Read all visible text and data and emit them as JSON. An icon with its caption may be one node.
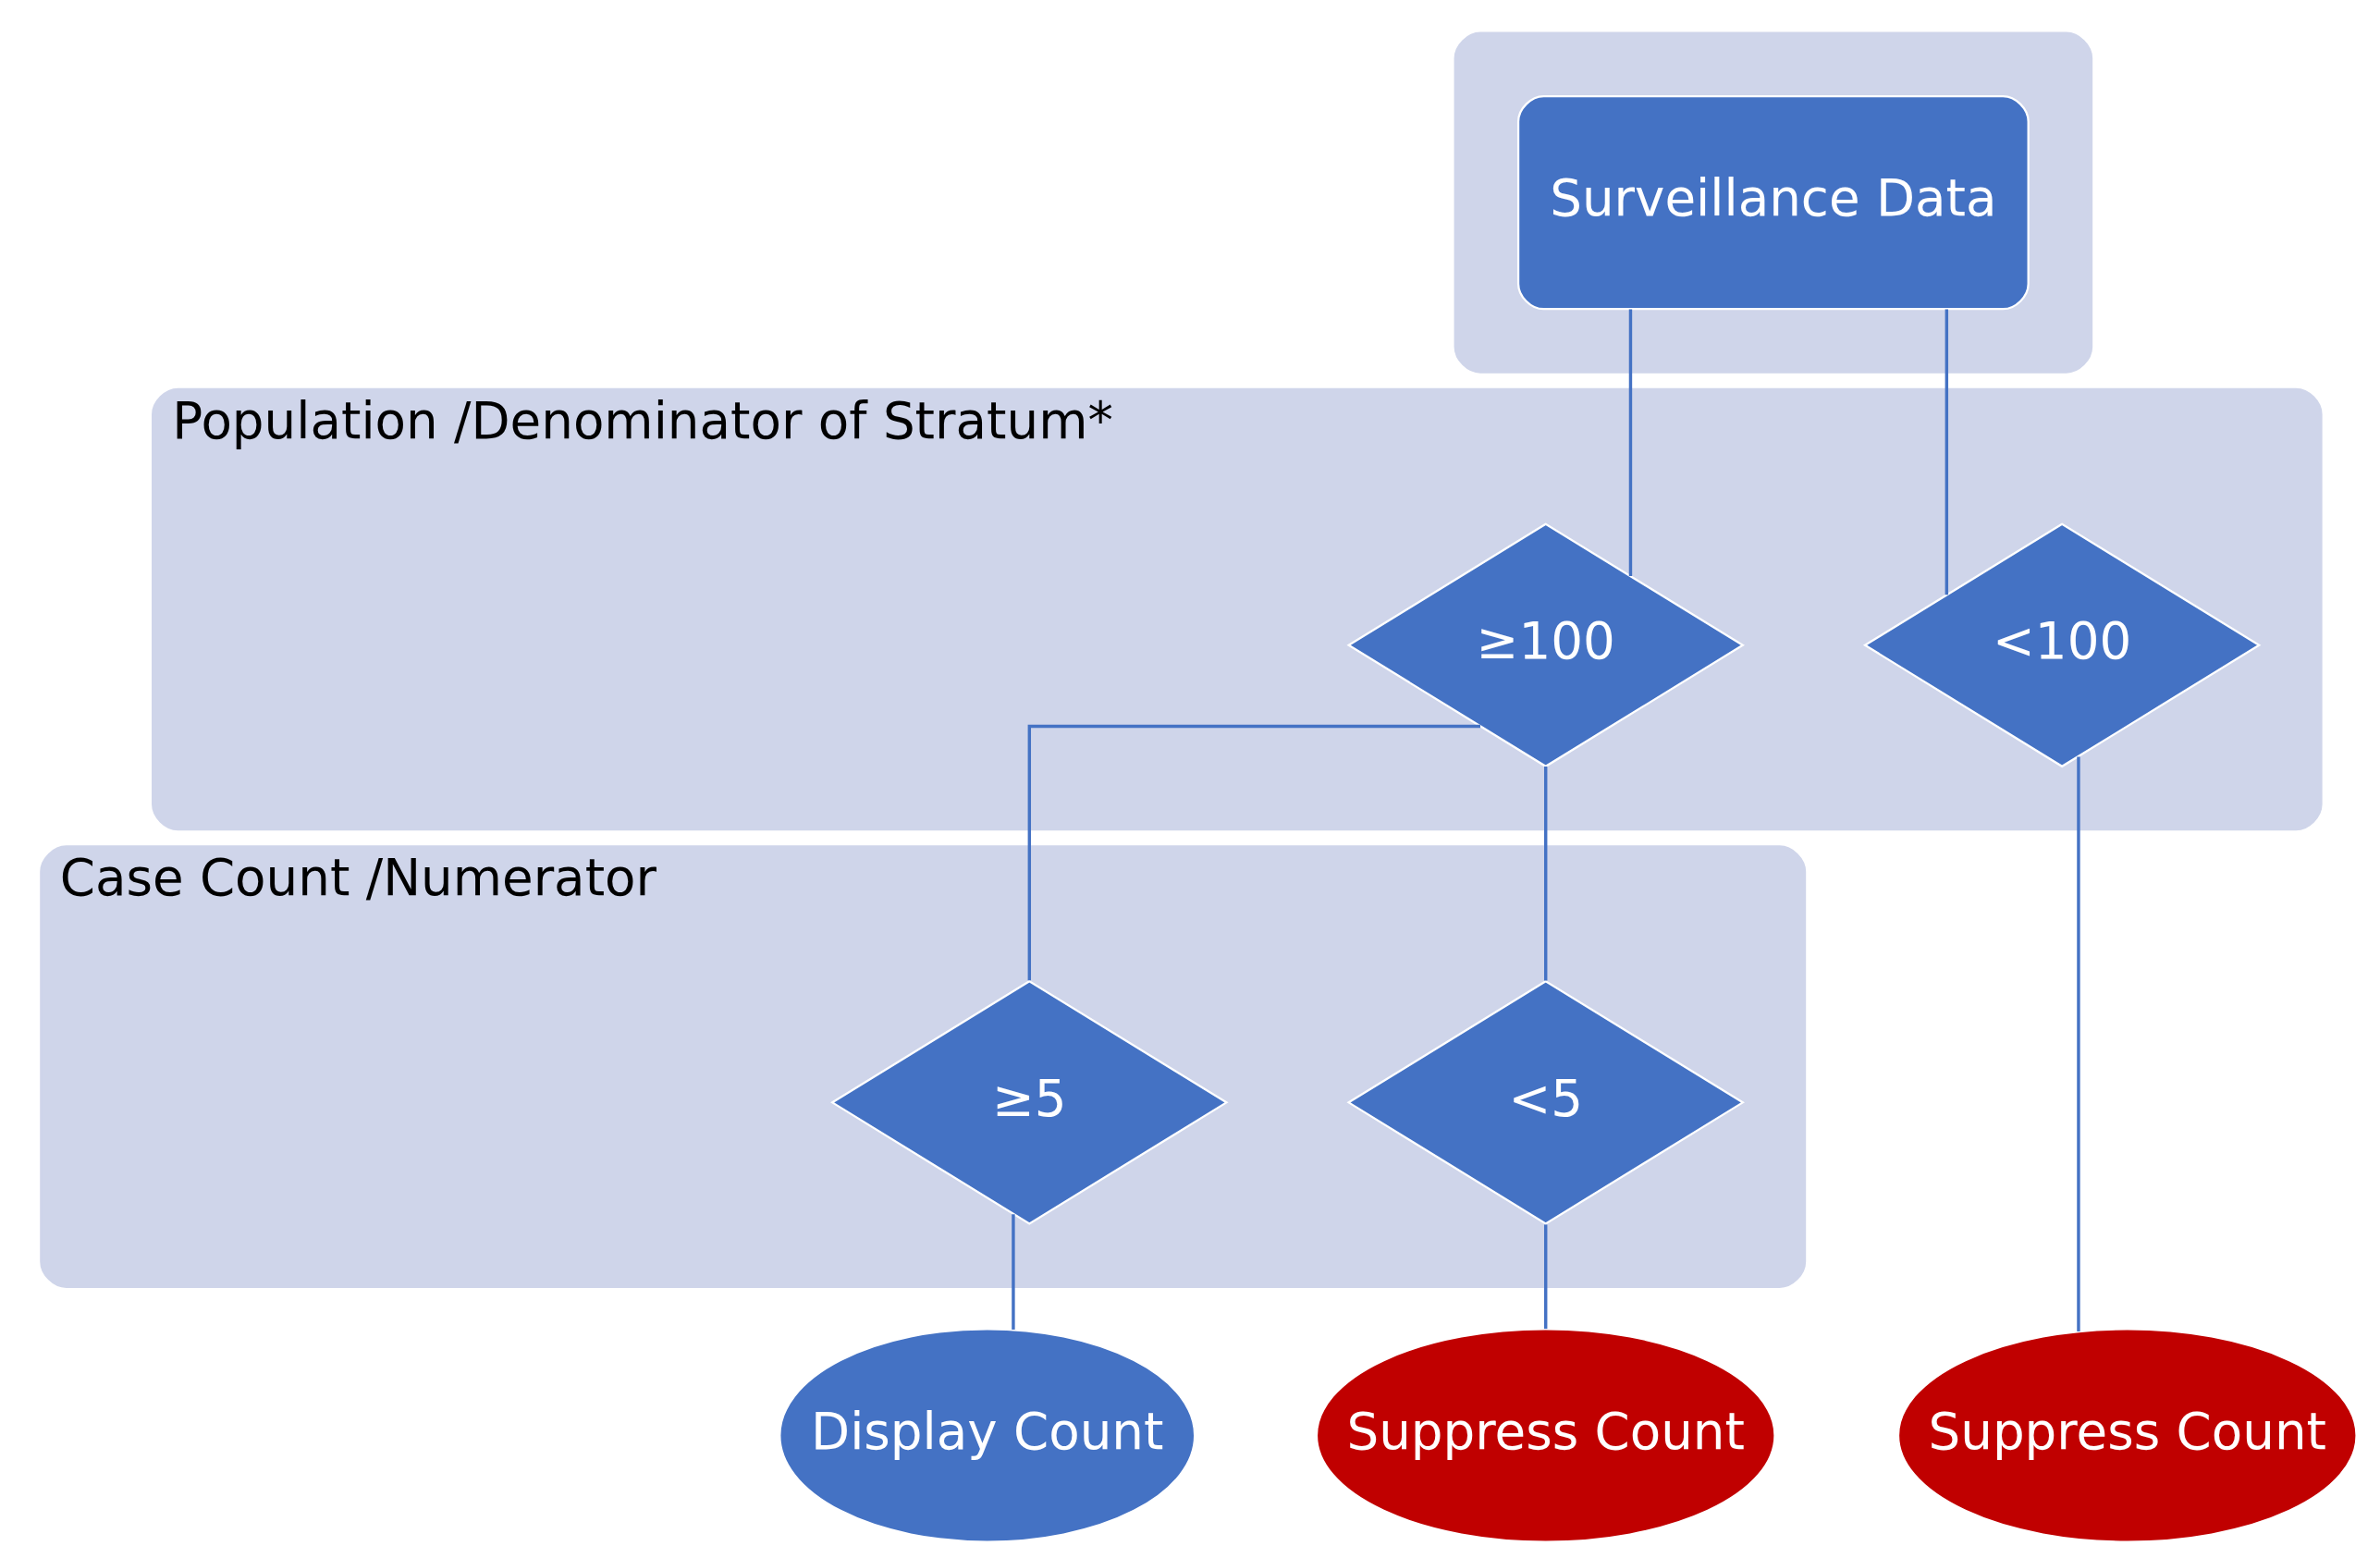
{
  "diagram": {
    "nodes": [
      {
        "text": [],
        "shape": "box"
      },
      {
        "text": [
          "Surveillance Data"
        ],
        "in": 0
      },
      {
        "text": [
          "Population /Denominator of Stratum*"
        ]
      },
      {
        "text": [
          "≥100"
        ],
        "in": 2
      },
      {
        "text": [
          "<100"
        ],
        "in": 2
      },
      {
        "text": [
          "Case Count /Numerator"
        ]
      },
      {
        "text": [
          "≥5"
        ],
        "in": 5
      },
      {
        "text": [
          "<5"
        ],
        "in": 5
      },
      {
        "text": [
          "Display Count"
        ]
      },
      {
        "text": [
          "Suppress Count"
        ]
      },
      {
        "text": [
          "Suppress Count"
        ]
      }
    ],
    "edges": [
      {
        "from": 1,
        "to": 3,
        "arrow": "none"
      },
      {
        "from": 1,
        "to": 4,
        "arrow": "none"
      },
      {
        "from": 3,
        "to": 6,
        "arrow": "none"
      },
      {
        "from": 3,
        "to": 7,
        "arrow": "none"
      },
      {
        "from": 6,
        "to": 8,
        "arrow": "none"
      },
      {
        "from": 7,
        "to": 9,
        "arrow": "none"
      },
      {
        "from": 4,
        "to": 10,
        "arrow": "none"
      }
    ]
  }
}
